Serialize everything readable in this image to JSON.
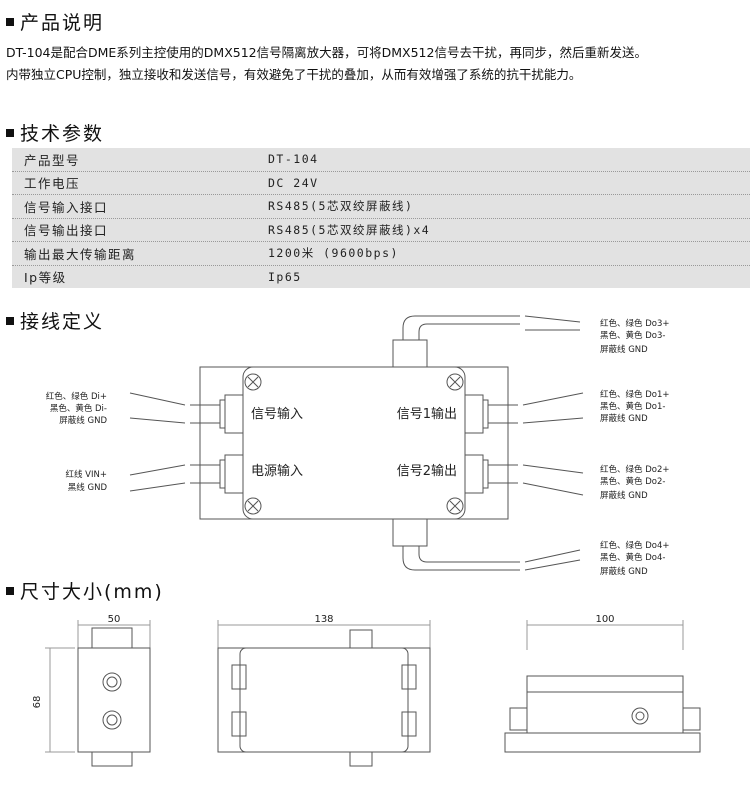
{
  "sections": {
    "intro": {
      "title": "产品说明",
      "lines": [
        "DT-104是配合DME系列主控使用的DMX512信号隔离放大器，可将DMX512信号去干扰，再同步，然后重新发送。",
        "内带独立CPU控制，独立接收和发送信号，有效避免了干扰的叠加，从而有效增强了系统的抗干扰能力。"
      ]
    },
    "specs": {
      "title": "技术参数",
      "rows": [
        {
          "label": "产品型号",
          "value": "DT-104"
        },
        {
          "label": "工作电压",
          "value": "DC 24V"
        },
        {
          "label": "信号输入接口",
          "value": "RS485(5芯双绞屏蔽线)"
        },
        {
          "label": "信号输出接口",
          "value": "RS485(5芯双绞屏蔽线)x4"
        },
        {
          "label": "输出最大传输距离",
          "value": "1200米 (9600bps)"
        },
        {
          "label": "Ip等级",
          "value": "Ip65"
        }
      ]
    },
    "wiring": {
      "title": "接线定义",
      "ports": {
        "signal_in": "信号输入",
        "power_in": "电源输入",
        "out1": "信号1输出",
        "out2": "信号2输出"
      },
      "left_in": [
        "红色、绿色 Di+",
        "黑色、黄色 Di-",
        "屏蔽线 GND"
      ],
      "left_power": [
        "红线 VIN+",
        "黑线 GND"
      ],
      "do3": [
        "红色、绿色 Do3+",
        "黑色、黄色 Do3-",
        "屏蔽线 GND"
      ],
      "do1": [
        "红色、绿色 Do1+",
        "黑色、黄色 Do1-",
        "屏蔽线 GND"
      ],
      "do2": [
        "红色、绿色 Do2+",
        "黑色、黄色 Do2-",
        "屏蔽线 GND"
      ],
      "do4": [
        "红色、绿色 Do4+",
        "黑色、黄色 Do4-",
        "屏蔽线 GND"
      ]
    },
    "dimensions": {
      "title": "尺寸大小(mm)",
      "side_width": "50",
      "height": "68",
      "length": "138",
      "front_width": "100"
    }
  }
}
